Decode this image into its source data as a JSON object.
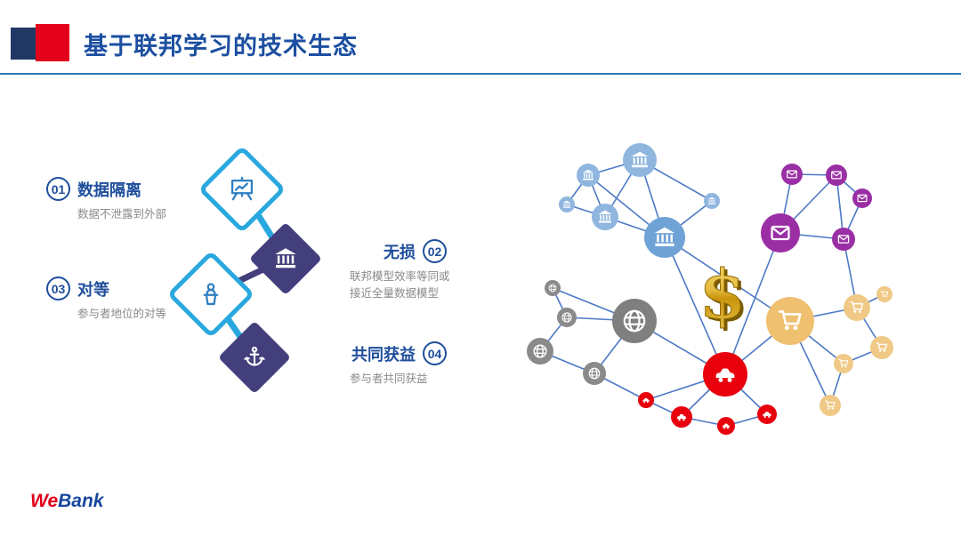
{
  "slide": {
    "title": "基于联邦学习的技术生态"
  },
  "brand": {
    "we": "We",
    "bank": "Bank"
  },
  "points": [
    {
      "num": "01",
      "title": "数据隔离",
      "desc": "数据不泄露到外部"
    },
    {
      "num": "02",
      "title": "无损",
      "desc": "联邦模型效率等同或接近全量数据模型"
    },
    {
      "num": "03",
      "title": "对等",
      "desc": "参与者地位的对等"
    },
    {
      "num": "04",
      "title": "共同获益",
      "desc": "参与者共同获益"
    }
  ],
  "diagram": {
    "diamond_icons": [
      "presentation-board",
      "bank",
      "person-podium",
      "anchor"
    ]
  },
  "network": {
    "dollar_symbol": "$",
    "clusters": [
      {
        "name": "banks",
        "icon": "bank-icon",
        "color": "#8FB6DF",
        "count": 6
      },
      {
        "name": "mail",
        "icon": "mail-icon",
        "color": "#9A2FA5",
        "count": 5
      },
      {
        "name": "globes",
        "icon": "globe-icon",
        "color": "#8A8A8A",
        "count": 5
      },
      {
        "name": "carts",
        "icon": "cart-icon",
        "color": "#F0C987",
        "count": 6
      },
      {
        "name": "cars",
        "icon": "car-icon",
        "color": "#E8000D",
        "count": 5
      }
    ]
  },
  "colors": {
    "accent_blue": "#1F4E9C",
    "cyan_diamond": "#29A8DF",
    "dark_diamond": "#433F7D",
    "edge_line": "#4472C4",
    "brand_red": "#E2001A",
    "brand_navy": "#203864",
    "header_rule": "#2E75B6",
    "gold": "#D9A520"
  }
}
